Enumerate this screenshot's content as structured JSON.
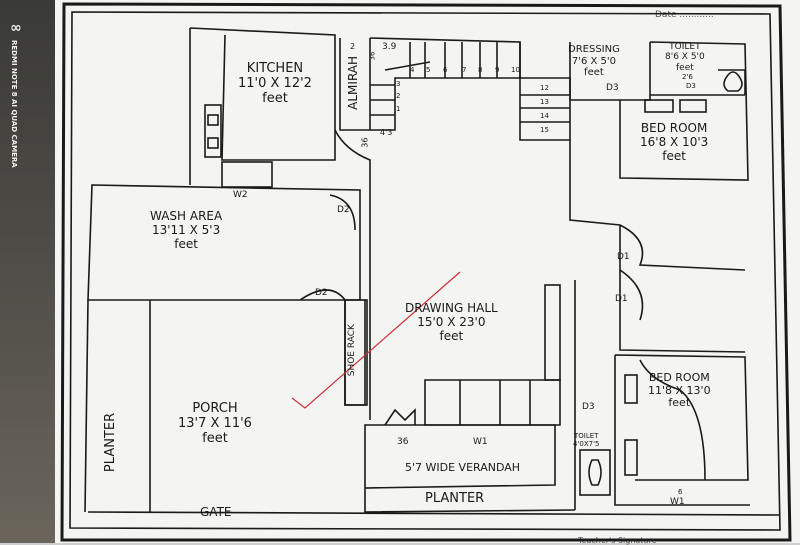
{
  "watermark": {
    "line1": "REDMI NOTE 8",
    "line2": "AI QUAD CAMERA"
  },
  "header": {
    "date_label": "Date ............"
  },
  "footer": {
    "signature_label": "Teacher's Signature"
  },
  "rooms": {
    "kitchen": {
      "name": "KITCHEN",
      "size": "11'0 X 12'2",
      "unit": "feet"
    },
    "almirah": {
      "name": "ALMIRAH"
    },
    "dressing": {
      "name": "DRESSING",
      "size": "7'6 X 5'0",
      "unit": "feet"
    },
    "toilet1": {
      "name": "TOILET",
      "size": "8'6 X 5'0",
      "unit": "feet"
    },
    "bedroom1": {
      "name": "BED ROOM",
      "size": "16'8 X 10'3",
      "unit": "feet"
    },
    "wash_area": {
      "name": "WASH AREA",
      "size": "13'11 X 5'3",
      "unit": "feet"
    },
    "drawing_hall": {
      "name": "DRAWING HALL",
      "size": "15'0 X 23'0",
      "unit": "feet"
    },
    "shoe_rack": {
      "name": "SHOE RACK"
    },
    "porch": {
      "name": "PORCH",
      "size": "13'7 X 11'6",
      "unit": "feet"
    },
    "planter_left": {
      "name": "PLANTER"
    },
    "bedroom2": {
      "name": "BED ROOM",
      "size": "11'8 X 13'0",
      "unit": "feet"
    },
    "toilet2": {
      "name": "TOILET",
      "size": "4'0X7'5"
    },
    "verandah": {
      "name": "5'7 WIDE VERANDAH"
    },
    "planter_bottom": {
      "name": "PLANTER"
    },
    "gate": {
      "name": "GATE"
    }
  },
  "annotations": {
    "d1a": "D1",
    "d1b": "D1",
    "d2a": "D2",
    "d2b": "D2",
    "d3a": "D3",
    "d3b": "D3",
    "d3c": "D3",
    "w1": "W1",
    "w1b": "W1",
    "w2": "W2",
    "stair_top": "3.9",
    "stair_36": "36",
    "stair_2": "2",
    "stair_4_3": "4'3",
    "door_36_left": "36",
    "door_36_bottom": "36",
    "door_26": "2'6",
    "w1_6": "6"
  },
  "stair_numbers": [
    "1",
    "2",
    "3",
    "4",
    "5",
    "6",
    "7",
    "8",
    "9",
    "10",
    "12",
    "13",
    "14",
    "15"
  ],
  "colors": {
    "ink": "#1a1a1a",
    "check": "#c8323c",
    "paper": "#f4f4f2"
  }
}
